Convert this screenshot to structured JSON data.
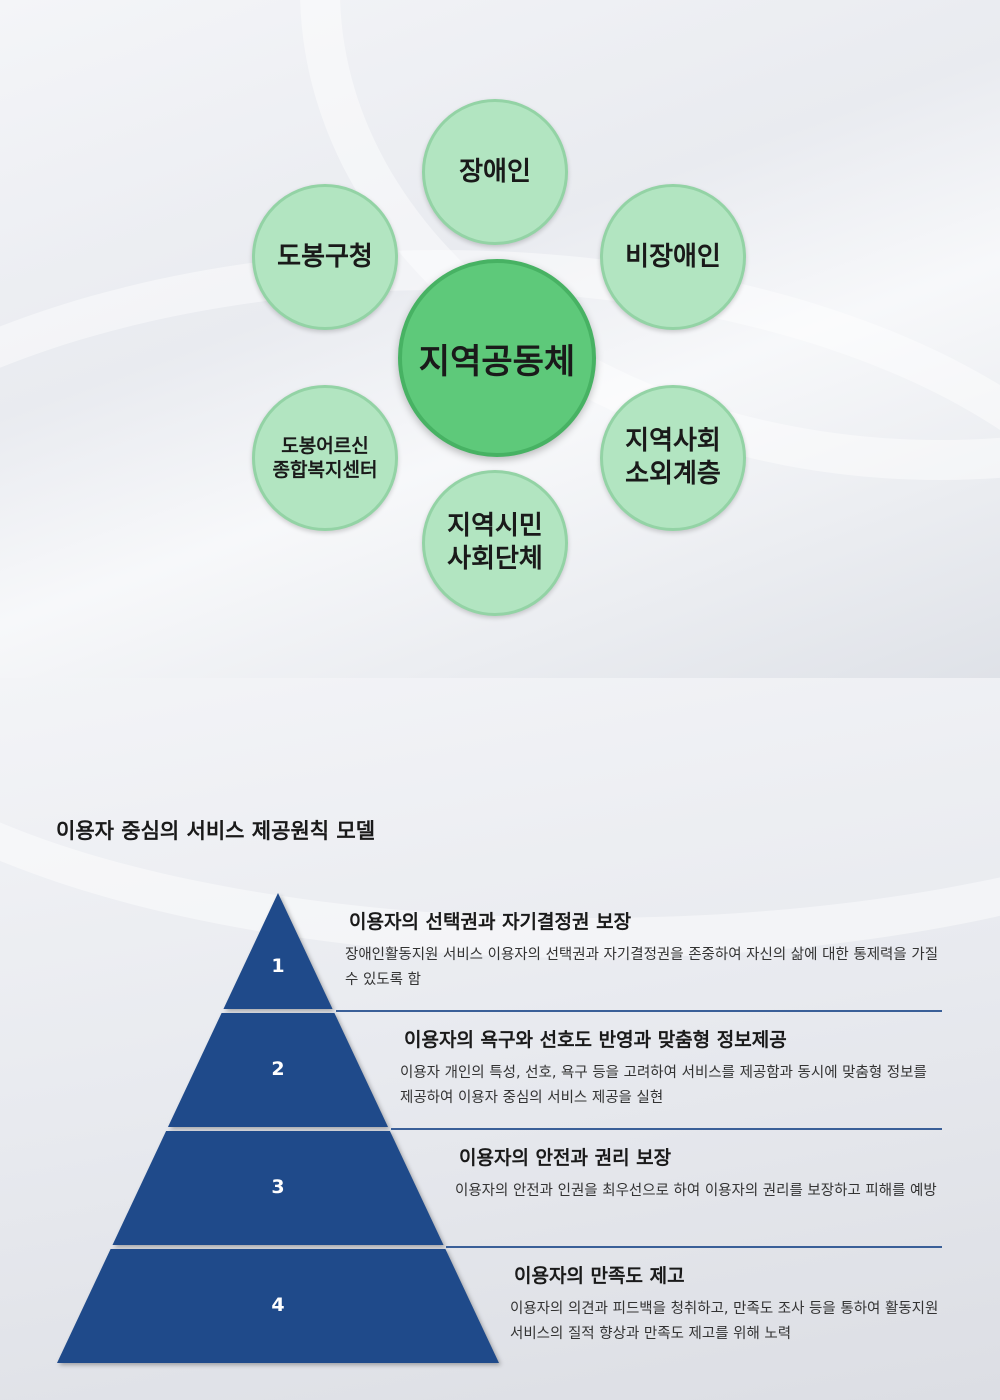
{
  "diagram": {
    "center": "지역공동체",
    "nodes": [
      "장애인",
      "도봉구청",
      "비장애인",
      "도봉어르신\n종합복지센터",
      "지역사회\n소외계층",
      "지역시민\n사회단체"
    ]
  },
  "model": {
    "heading": "이용자 중심의 서비스 제공원칙 모델",
    "levels": [
      {
        "num": "1",
        "title": "이용자의 선택권과 자기결정권 보장",
        "desc": "장애인활동지원 서비스 이용자의 선택권과 자기결정권을 존중하여 자신의 삶에 대한 통제력을 가질 수 있도록 함"
      },
      {
        "num": "2",
        "title": "이용자의 욕구와 선호도 반영과 맞춤형 정보제공",
        "desc": "이용자 개인의 특성, 선호, 욕구 등을 고려하여 서비스를 제공함과 동시에 맞춤형 정보를 제공하여 이용자 중심의 서비스 제공을 실현"
      },
      {
        "num": "3",
        "title": "이용자의 안전과 권리 보장",
        "desc": "이용자의 안전과 인권을 최우선으로 하여 이용자의 권리를 보장하고 피해를 예방"
      },
      {
        "num": "4",
        "title": "이용자의 만족도 제고",
        "desc": "이용자의 의견과 피드백을 청취하고, 만족도 조사 등을 통하여 활동지원 서비스의 질적 향상과 만족도 제고를 위해 노력"
      }
    ]
  },
  "colors": {
    "pyramid": "#1f4a8a",
    "center": "#5ec97a",
    "node": "#b2e5c1"
  }
}
